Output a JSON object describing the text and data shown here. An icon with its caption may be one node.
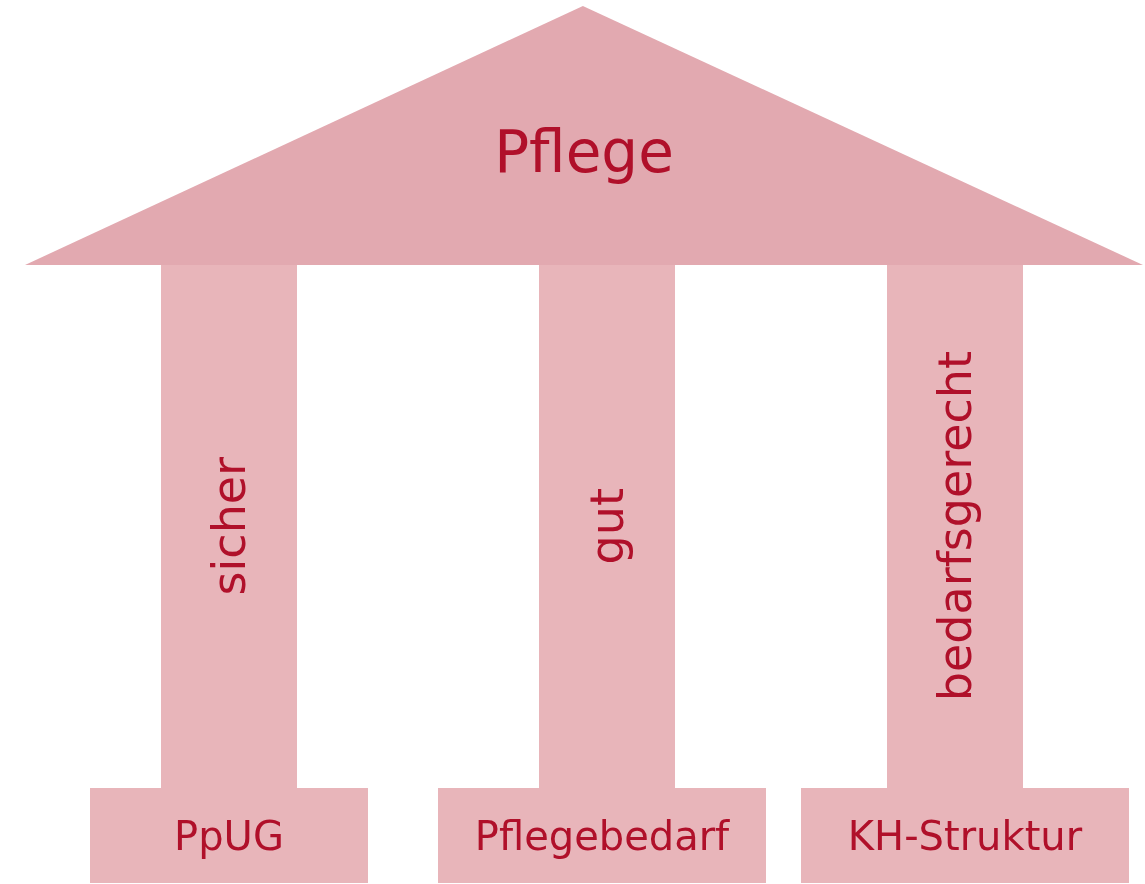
{
  "diagram": {
    "nodes": [
      {
        "text": [
          "Pflege"
        ]
      },
      {
        "text": [
          "sicher"
        ]
      },
      {
        "text": [
          "gut"
        ]
      },
      {
        "text": [
          "bedarfsgerecht"
        ]
      },
      {
        "text": [
          "PpUG"
        ]
      },
      {
        "text": [
          "Pflegebedarf"
        ]
      },
      {
        "text": [
          "KH-Struktur"
        ]
      }
    ]
  }
}
